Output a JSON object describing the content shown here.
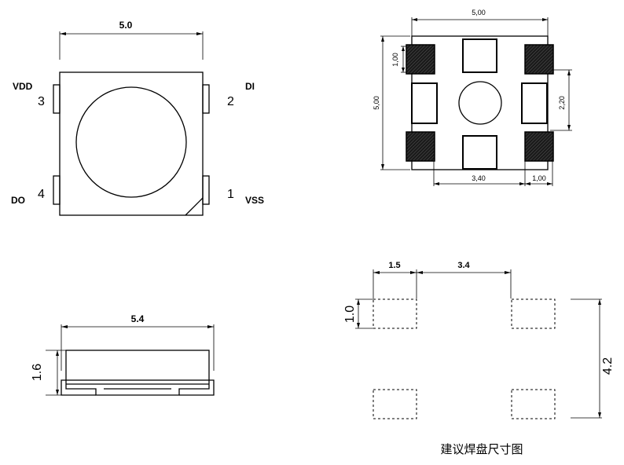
{
  "top_view": {
    "width_dim": "5.0",
    "pins": [
      {
        "name": "VDD",
        "number": "3"
      },
      {
        "name": "DI",
        "number": "2"
      },
      {
        "name": "DO",
        "number": "4"
      },
      {
        "name": "VSS",
        "number": "1"
      }
    ]
  },
  "pad_drawing": {
    "width_dim": "5,00",
    "height_dim": "5,00",
    "pad_height_dim": "1,00",
    "pad_spacing_dim": "2,20",
    "pad_pitch_dim": "3,40",
    "pad_width_dim": "1,00"
  },
  "side_view": {
    "width_dim": "5.4",
    "height_dim": "1.6"
  },
  "footprint": {
    "pad_width_dim": "1.5",
    "pitch_dim": "3.4",
    "pad_height_dim": "1.0",
    "row_span_dim": "4.2",
    "caption": "建议焊盘尺寸图"
  }
}
